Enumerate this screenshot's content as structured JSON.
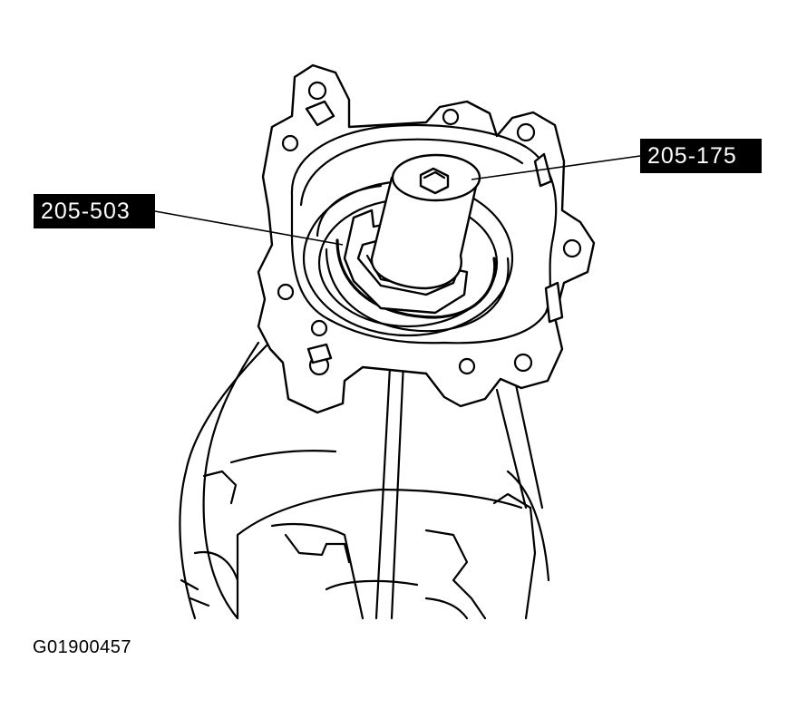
{
  "callouts": {
    "tool_a": "205-175",
    "tool_b": "205-503"
  },
  "figure_id": "G01900457",
  "colors": {
    "ink": "#000000",
    "paper": "#ffffff",
    "label_text": "#ffffff"
  }
}
